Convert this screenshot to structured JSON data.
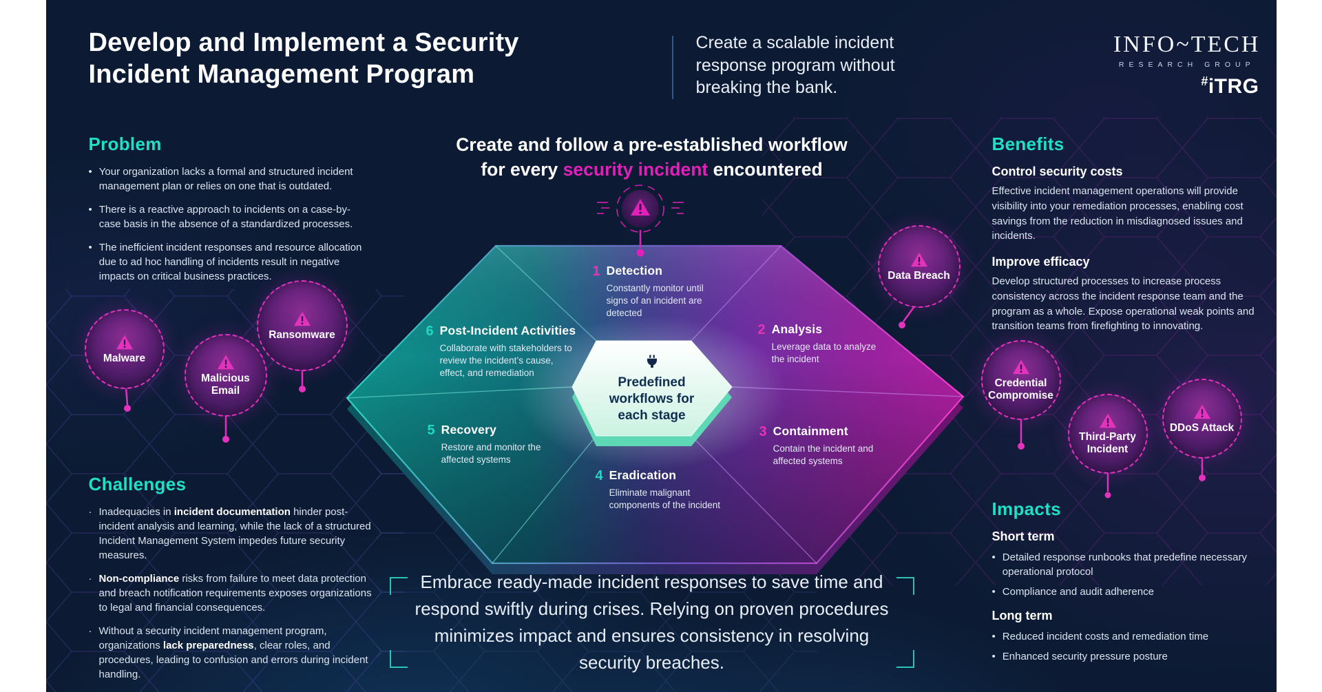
{
  "colors": {
    "accent_teal": "#1fe0c4",
    "accent_magenta": "#e020b8",
    "canvas_bg": "#0c1b33",
    "body_text": "#dce4f0"
  },
  "header": {
    "title_line1": "Develop and Implement a Security",
    "title_line2": "Incident Management Program",
    "subtitle": "Create a scalable incident response program without breaking the bank.",
    "logo": {
      "name": "INFO~TECH",
      "group": "RESEARCH GROUP",
      "hash": "#",
      "tag": "iTRG"
    }
  },
  "problem": {
    "heading": "Problem",
    "bullets": [
      "Your organization lacks a formal and structured incident management plan or relies on one that is outdated.",
      "There is a reactive approach to incidents on a case-by-case basis in the absence of a standardized processes.",
      "The inefficient incident responses and resource allocation due to ad hoc handling of incidents result in negative impacts on critical business practices."
    ]
  },
  "challenges": {
    "heading": "Challenges",
    "bullets": [
      {
        "pre": "Inadequacies in ",
        "bold": "incident documentation",
        "post": " hinder post-incident analysis and learning, while the lack of a structured Incident Management System impedes future security measures."
      },
      {
        "pre": "",
        "bold": "Non-compliance",
        "post": " risks from failure to meet data protection and breach notification requirements exposes organizations to legal and financial consequences."
      },
      {
        "pre": "Without a security incident management program, organizations ",
        "bold": "lack preparedness",
        "post": ", clear roles, and procedures, leading to confusion and errors during incident handling."
      }
    ]
  },
  "workflow": {
    "heading_line1": "Create and follow a pre-established workflow",
    "heading_line2_pre": "for every ",
    "heading_highlight": "security incident",
    "heading_line2_post": " encountered",
    "center_label": "Predefined workflows for each stage",
    "stages": [
      {
        "num": "1",
        "title": "Detection",
        "desc": "Constantly monitor until signs of an incident are detected"
      },
      {
        "num": "2",
        "title": "Analysis",
        "desc": "Leverage data to analyze the incident"
      },
      {
        "num": "3",
        "title": "Containment",
        "desc": "Contain the incident and affected systems"
      },
      {
        "num": "4",
        "title": "Eradication",
        "desc": "Eliminate malignant components of the incident"
      },
      {
        "num": "5",
        "title": "Recovery",
        "desc": "Restore and monitor the affected systems"
      },
      {
        "num": "6",
        "title": "Post-Incident Activities",
        "desc": "Collaborate with stakeholders to review the incident’s cause, effect, and remediation"
      }
    ]
  },
  "threats": {
    "malware": "Malware",
    "malicious_email": "Malicious Email",
    "ransomware": "Ransomware",
    "data_breach": "Data Breach",
    "credential_compromise": "Credential Compromise",
    "third_party": "Third-Party Incident",
    "ddos": "DDoS Attack"
  },
  "benefits": {
    "heading": "Benefits",
    "items": [
      {
        "title": "Control security costs",
        "body": "Effective incident management operations will provide visibility into your remediation processes, enabling cost savings from the reduction in misdiagnosed issues and incidents."
      },
      {
        "title": "Improve efficacy",
        "body": "Develop structured processes to increase process consistency across the incident response team and the program as a whole. Expose operational weak points and transition teams from firefighting to innovating."
      }
    ]
  },
  "impacts": {
    "heading": "Impacts",
    "groups": [
      {
        "title": "Short term",
        "bullets": [
          "Detailed response runbooks that predefine necessary operational protocol",
          "Compliance and audit adherence"
        ]
      },
      {
        "title": "Long term",
        "bullets": [
          "Reduced incident costs and remediation time",
          "Enhanced security pressure posture"
        ]
      }
    ]
  },
  "quote": "Embrace ready-made incident responses to save time and respond swiftly during crises. Relying on proven procedures minimizes impact and ensures consistency in resolving security breaches."
}
